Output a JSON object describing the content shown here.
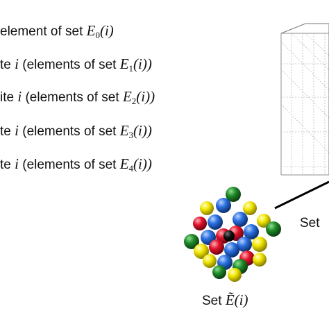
{
  "legend": [
    {
      "pre": "element of set ",
      "sym": "E",
      "sub": "0",
      "post": "(i)"
    },
    {
      "pre": "te ",
      "i": "i",
      "mid": " (elements of set ",
      "sym": "E",
      "sub": "1",
      "post": "(i))"
    },
    {
      "pre": "ite ",
      "i": "i",
      "mid": " (elements of set ",
      "sym": "E",
      "sub": "2",
      "post": "(i))"
    },
    {
      "pre": "te ",
      "i": "i",
      "mid": " (elements of set ",
      "sym": "E",
      "sub": "3",
      "post": "(i))"
    },
    {
      "pre": "te ",
      "i": "i",
      "mid": " (elements of set ",
      "sym": "E",
      "sub": "4",
      "post": "(i))"
    }
  ],
  "labels": {
    "set_right": "Set",
    "set_bottom_pre": "Set ",
    "set_bottom_sym": "Ẽ",
    "set_bottom_post": "(i)"
  },
  "colors": {
    "green": "#1f8a2a",
    "yellow": "#f2e600",
    "blue": "#2a6fe0",
    "red": "#e3122b",
    "black": "#111111",
    "cube_line": "#9a9a9a"
  }
}
